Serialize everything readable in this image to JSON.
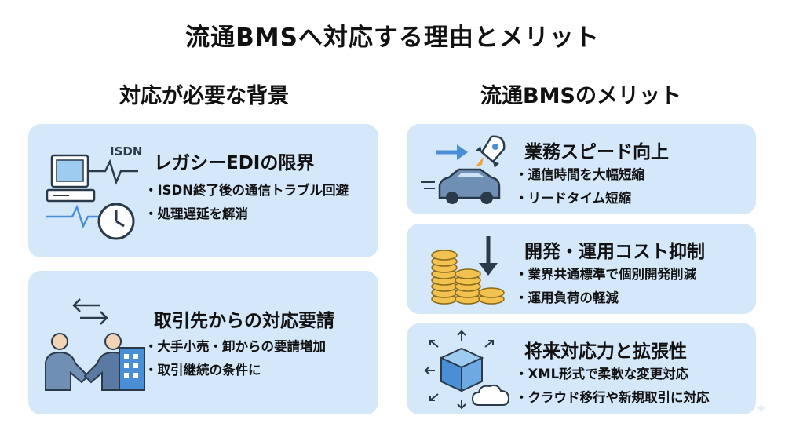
{
  "title": "流通BMSへ対応する理由とメリット",
  "left_section": {
    "heading": "対応が必要な背景",
    "cards": [
      {
        "title": "レガシーEDIの限界",
        "icon_label": "ISDN",
        "icon": "legacy-computer-clock-icon",
        "bullets": [
          "ISDN終了後の通信トラブル回避",
          "処理遅延を解消"
        ]
      },
      {
        "title": "取引先からの対応要請",
        "icon": "business-handshake-icon",
        "bullets": [
          "大手小売・卸からの要請増加",
          "取引継続の条件に"
        ]
      }
    ]
  },
  "right_section": {
    "heading": "流通BMSのメリット",
    "cards": [
      {
        "title": "業務スピード向上",
        "icon": "rocket-car-speed-icon",
        "bullets": [
          "通信時間を大幅短縮",
          "リードタイム短縮"
        ]
      },
      {
        "title": "開発・運用コスト抑制",
        "icon": "coins-down-arrow-icon",
        "bullets": [
          "業界共通標準で個別開発削減",
          "運用負荷の軽減"
        ]
      },
      {
        "title": "将来対応力と拡張性",
        "icon": "cube-cloud-expand-icon",
        "bullets": [
          "XML形式で柔軟な変更対応",
          "クラウド移行や新規取引に対応"
        ]
      }
    ]
  },
  "colors": {
    "card_bg": "#d4e8fa",
    "highlight": "#f6dc5c",
    "icon_stroke": "#2b3a4a",
    "icon_blue": "#4a8fd6",
    "coin_gold": "#f2c14e"
  }
}
